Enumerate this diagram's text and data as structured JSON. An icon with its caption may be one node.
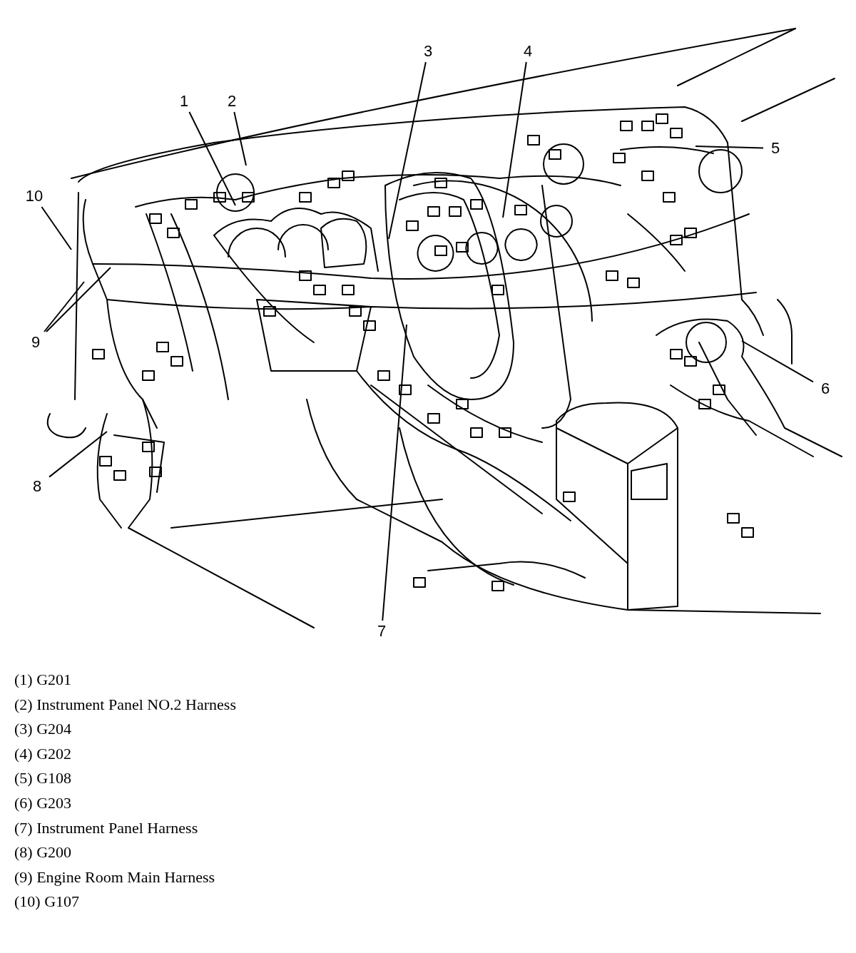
{
  "diagram": {
    "nodes": [
      {
        "text": [
          "1"
        ]
      },
      {
        "text": [
          "2"
        ]
      },
      {
        "text": [
          "3"
        ]
      },
      {
        "text": [
          "4"
        ]
      },
      {
        "text": [
          "5"
        ]
      },
      {
        "text": [
          "6"
        ]
      },
      {
        "text": [
          "7"
        ]
      },
      {
        "text": [
          "8"
        ]
      },
      {
        "text": [
          "9"
        ]
      },
      {
        "text": [
          "10"
        ]
      }
    ],
    "edges": [
      {
        "from": 0,
        "to": null,
        "arrow": "none"
      },
      {
        "from": 1,
        "to": null,
        "arrow": "none"
      },
      {
        "from": 2,
        "to": null,
        "arrow": "none"
      },
      {
        "from": 3,
        "to": null,
        "arrow": "none"
      },
      {
        "from": 4,
        "to": null,
        "arrow": "none"
      },
      {
        "from": 5,
        "to": null,
        "arrow": "none"
      },
      {
        "from": 6,
        "to": null,
        "arrow": "none"
      },
      {
        "from": 7,
        "to": null,
        "arrow": "none"
      },
      {
        "from": 8,
        "to": null,
        "arrow": "none"
      },
      {
        "from": 8,
        "to": null,
        "arrow": "none"
      },
      {
        "from": 9,
        "to": null,
        "arrow": "none"
      }
    ],
    "labels": [
      "(1) G201",
      "(2) Instrument Panel NO.2 Harness",
      "(3) G204",
      "(4) G202",
      "(5) G108",
      "(6) G203",
      "(7) Instrument Panel Harness",
      "(8) G200",
      "(9) Engine Room Main Harness",
      "(10) G107"
    ]
  }
}
